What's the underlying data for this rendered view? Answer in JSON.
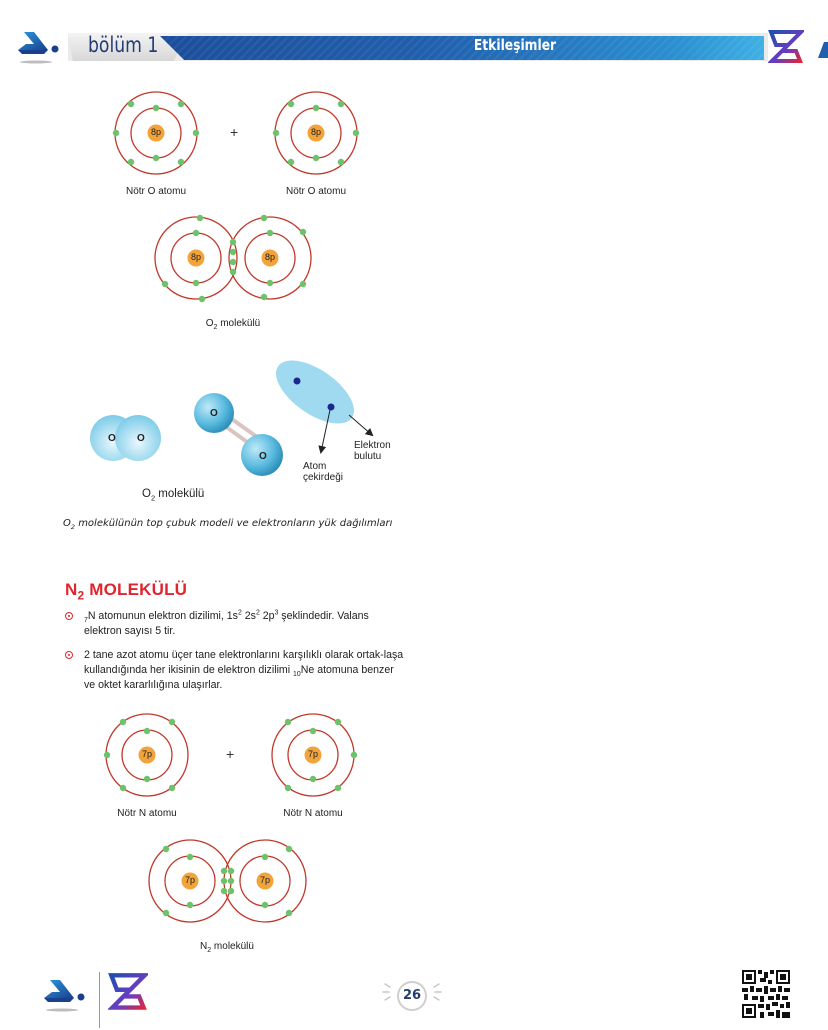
{
  "header": {
    "chapter_label": "bölüm 1",
    "section_title": "Etkileşimler",
    "left_logo_icon": "publisher-arrow-logo-icon",
    "right_logo_icon": "z-brand-logo-icon"
  },
  "figure_o2_bohr": {
    "atom_left": {
      "nucleus": "8p",
      "label": "Nötr O atomu"
    },
    "plus_sign": "+",
    "atom_right": {
      "nucleus": "8p",
      "label": "Nötr O atomu"
    },
    "molecule": {
      "nucleus_left": "8p",
      "nucleus_right": "8p",
      "label_main": "O",
      "label_sub": "2",
      "label_rest": " molekülü"
    }
  },
  "figure_o2_models": {
    "space_fill": {
      "atom_left": "O",
      "atom_right": "O"
    },
    "ball_stick": {
      "atom_top": "O",
      "atom_bottom": "O"
    },
    "cloud_labels": {
      "nucleus_line1": "Atom",
      "nucleus_line2": "çekirdeği",
      "cloud_line1": "Elektron",
      "cloud_line2": "bulutu"
    },
    "molecule_label_main": "O",
    "molecule_label_sub": "2",
    "molecule_label_rest": " molekülü",
    "caption_main": "O",
    "caption_sub": "2",
    "caption_rest": " molekülünün top çubuk modeli ve elektronların yük dağılımları"
  },
  "section_n2": {
    "heading_main": "N",
    "heading_sub": "2",
    "heading_rest": " MOLEKÜLÜ",
    "bullets": [
      {
        "pre_sub": "7",
        "t1": "N atomunun elektron dizilimi, 1s",
        "sup1": "2",
        "t2": " 2s",
        "sup2": "2",
        "t3": " 2p",
        "sup3": "3",
        "t4": " şeklindedir. Valans elektron sayısı 5 tir."
      },
      {
        "t1": "2 tane azot atomu üçer tane elektronlarını karşılıklı olarak ortak-laşa kullandığında her ikisinin de elektron dizilimi ",
        "sub1": "10",
        "t2": "Ne atomuna benzer ve oktet kararlılığına ulaşırlar."
      }
    ]
  },
  "figure_n2_bohr": {
    "atom_left": {
      "nucleus": "7p",
      "label": "Nötr N atomu"
    },
    "plus_sign": "+",
    "atom_right": {
      "nucleus": "7p",
      "label": "Nötr N atomu"
    },
    "molecule": {
      "nucleus_left": "7p",
      "nucleus_right": "7p",
      "label_main": "N",
      "label_sub": "2",
      "label_rest": " molekülü"
    }
  },
  "footer": {
    "page_number": "26",
    "qr_icon": "qr-code-icon"
  },
  "colors": {
    "header_blue": "#2160ae",
    "heading_red": "#e0262d",
    "orbit_red": "#c0392b",
    "electron_green": "#6cc36c",
    "nucleus_orange": "#f2a33a",
    "molecule_cyan": "#7ccbe8"
  }
}
